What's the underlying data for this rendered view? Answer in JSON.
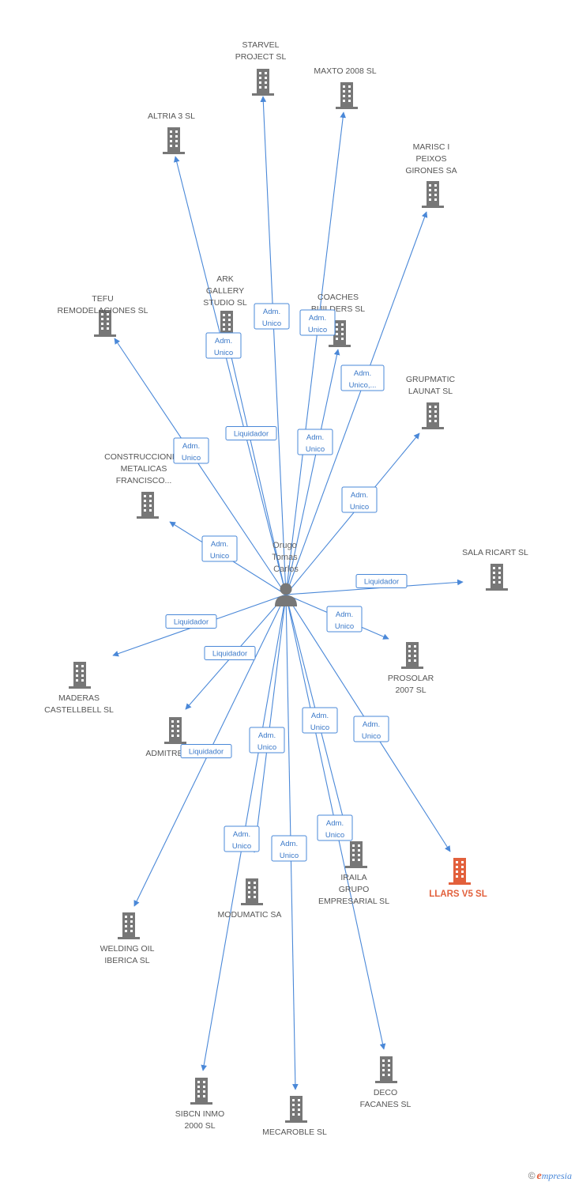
{
  "person": {
    "name_lines": [
      "Orugo",
      "Tomas",
      "Carlos"
    ],
    "icon": "person-icon"
  },
  "colors": {
    "edge": "#4a88d8",
    "building": "#777777",
    "highlight": "#e2603c"
  },
  "nodes": [
    {
      "id": "starvel",
      "lines": [
        "STARVEL",
        "PROJECT SL"
      ],
      "icon": "building-icon"
    },
    {
      "id": "maxto",
      "lines": [
        "MAXTO 2008 SL"
      ],
      "icon": "building-icon"
    },
    {
      "id": "altria",
      "lines": [
        "ALTRIA 3 SL"
      ],
      "icon": "building-icon"
    },
    {
      "id": "marisc",
      "lines": [
        "MARISC I",
        "PEIXOS",
        "GIRONES SA"
      ],
      "icon": "building-icon"
    },
    {
      "id": "tefu",
      "lines": [
        "TEFU",
        "REMODELACIONES SL"
      ],
      "icon": "building-icon"
    },
    {
      "id": "ark",
      "lines": [
        "ARK",
        "GALLERY",
        "STUDIO SL"
      ],
      "icon": "building-icon"
    },
    {
      "id": "coaches",
      "lines": [
        "COACHES",
        "BUILDERS SL"
      ],
      "icon": "building-icon"
    },
    {
      "id": "grupmatic",
      "lines": [
        "GRUPMATIC",
        "LAUNAT SL"
      ],
      "icon": "building-icon"
    },
    {
      "id": "construcciones",
      "lines": [
        "CONSTRUCCIONES",
        "METALICAS",
        "FRANCISCO..."
      ],
      "icon": "building-icon"
    },
    {
      "id": "salaricart",
      "lines": [
        "SALA RICART SL"
      ],
      "icon": "building-icon"
    },
    {
      "id": "prosolar",
      "lines": [
        "PROSOLAR",
        "2007 SL"
      ],
      "icon": "building-icon"
    },
    {
      "id": "maderas",
      "lines": [
        "MADERAS",
        "CASTELLBELL SL"
      ],
      "icon": "building-icon"
    },
    {
      "id": "admitre",
      "lines": [
        "ADMITRE"
      ],
      "icon": "building-icon"
    },
    {
      "id": "llars",
      "lines": [
        "LLARS V5 SL"
      ],
      "icon": "building-icon",
      "highlight": true
    },
    {
      "id": "iraila",
      "lines": [
        "IRAILA",
        "GRUPO",
        "EMPRESARIAL SL"
      ],
      "icon": "building-icon"
    },
    {
      "id": "modumatic",
      "lines": [
        "MODUMATIC SA"
      ],
      "icon": "building-icon"
    },
    {
      "id": "welding",
      "lines": [
        "WELDING OIL",
        "IBERICA SL"
      ],
      "icon": "building-icon"
    },
    {
      "id": "sibcn",
      "lines": [
        "SIBCN INMO",
        "2000 SL"
      ],
      "icon": "building-icon"
    },
    {
      "id": "mecaroble",
      "lines": [
        "MECAROBLE SL"
      ],
      "icon": "building-icon"
    },
    {
      "id": "deco",
      "lines": [
        "DECO",
        "FACANES SL"
      ],
      "icon": "building-icon"
    }
  ],
  "edges": [
    {
      "target": "starvel",
      "label_lines": [
        "Adm.",
        "Unico"
      ]
    },
    {
      "target": "maxto",
      "label_lines": [
        "Adm.",
        "Unico"
      ]
    },
    {
      "target": "altria",
      "label_lines": [
        "Adm.",
        "Unico"
      ]
    },
    {
      "target": "marisc",
      "label_lines": [
        "Adm.",
        "Unico,..."
      ]
    },
    {
      "target": "tefu",
      "label_lines": [
        "Adm.",
        "Unico"
      ]
    },
    {
      "target": "ark",
      "label_lines": [
        "Liquidador"
      ]
    },
    {
      "target": "coaches",
      "label_lines": [
        "Adm.",
        "Unico"
      ]
    },
    {
      "target": "grupmatic",
      "label_lines": [
        "Adm.",
        "Unico"
      ]
    },
    {
      "target": "construcciones",
      "label_lines": [
        "Adm.",
        "Unico"
      ]
    },
    {
      "target": "salaricart",
      "label_lines": [
        "Liquidador"
      ]
    },
    {
      "target": "prosolar",
      "label_lines": [
        "Adm.",
        "Unico"
      ]
    },
    {
      "target": "maderas",
      "label_lines": [
        "Liquidador"
      ]
    },
    {
      "target": "admitre",
      "label_lines": [
        "Liquidador"
      ]
    },
    {
      "target": "llars",
      "label_lines": [
        "Adm.",
        "Unico"
      ]
    },
    {
      "target": "iraila",
      "label_lines": [
        "Adm.",
        "Unico"
      ]
    },
    {
      "target": "modumatic",
      "label_lines": [
        "Adm.",
        "Unico"
      ]
    },
    {
      "target": "welding",
      "label_lines": [
        "Liquidador"
      ]
    },
    {
      "target": "sibcn",
      "label_lines": [
        "Adm.",
        "Unico"
      ]
    },
    {
      "target": "mecaroble",
      "label_lines": [
        "Adm.",
        "Unico"
      ]
    },
    {
      "target": "deco",
      "label_lines": [
        "Adm.",
        "Unico"
      ]
    }
  ],
  "footer": {
    "copyright": "©",
    "brand_initial": "e",
    "brand_rest": "mpresia"
  }
}
